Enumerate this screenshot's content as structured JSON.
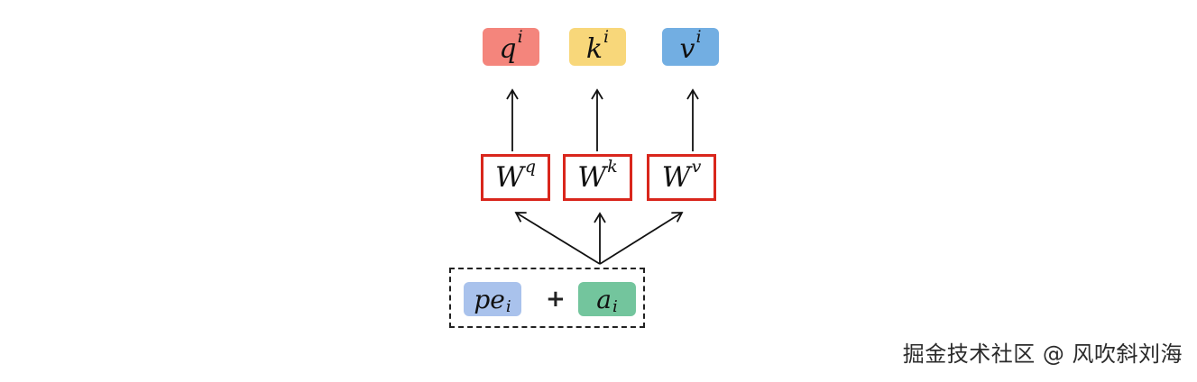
{
  "diagram": {
    "outputs": [
      {
        "symbol": "q",
        "sup": "i",
        "color": "#f4857c"
      },
      {
        "symbol": "k",
        "sup": "i",
        "color": "#f8d77a"
      },
      {
        "symbol": "v",
        "sup": "i",
        "color": "#72aee2"
      }
    ],
    "weights": [
      {
        "symbol": "W",
        "sup": "q"
      },
      {
        "symbol": "W",
        "sup": "k"
      },
      {
        "symbol": "W",
        "sup": "v"
      }
    ],
    "inputs": {
      "position": {
        "symbol": "pe",
        "sub": "i",
        "color": "#a9c2ec"
      },
      "operator": "+",
      "embedding": {
        "symbol": "a",
        "sub": "i",
        "color": "#73c59d"
      }
    },
    "weight_border_color": "#d9261c"
  },
  "watermark": "掘金技术社区 @ 风吹斜刘海"
}
